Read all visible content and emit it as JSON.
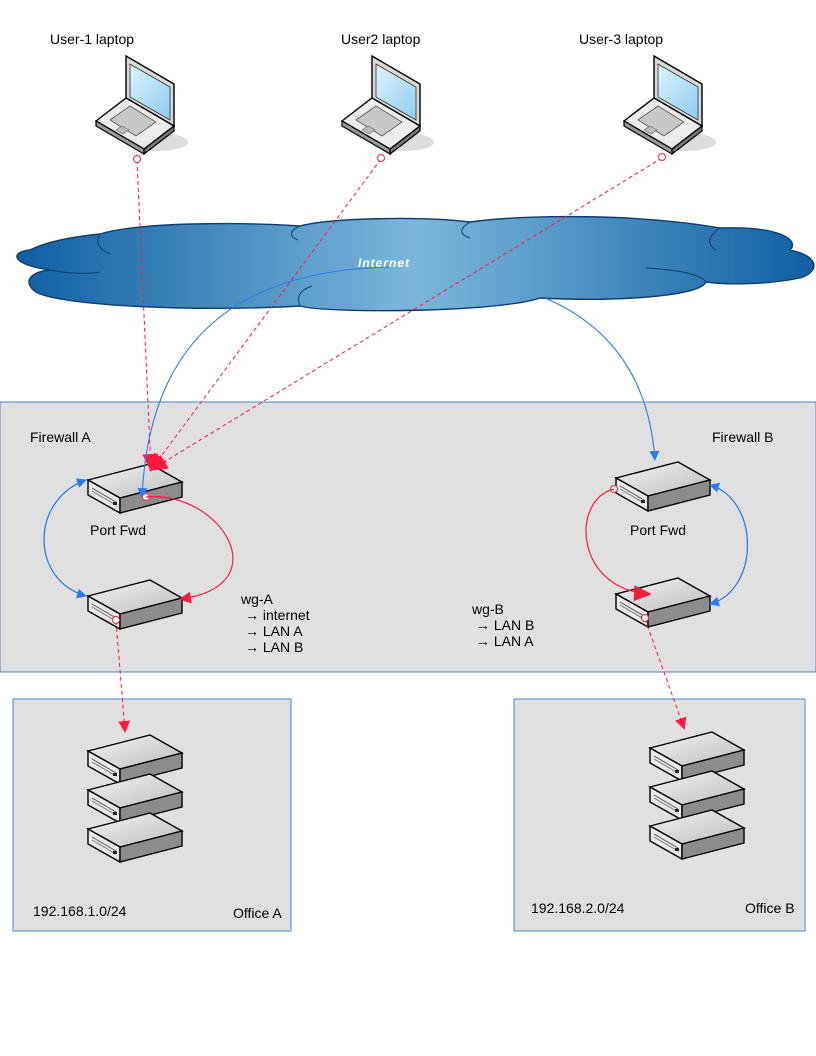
{
  "users": [
    {
      "label": "User-1 laptop"
    },
    {
      "label": "User2 laptop"
    },
    {
      "label": "User-3 laptop"
    }
  ],
  "cloud": {
    "label": "Internet"
  },
  "firewall_a": {
    "label": "Firewall A",
    "portfwd": "Port Fwd"
  },
  "firewall_b": {
    "label": "Firewall B",
    "portfwd": "Port Fwd"
  },
  "wg_a": {
    "title": "wg-A",
    "routes": [
      "→ internet",
      "→ LAN A",
      "→ LAN B"
    ]
  },
  "wg_b": {
    "title": "wg-B",
    "routes": [
      "→ LAN B",
      "→ LAN A"
    ]
  },
  "office_a": {
    "subnet": "192.168.1.0/24",
    "name": "Office A"
  },
  "office_b": {
    "subnet": "192.168.2.0/24",
    "name": "Office B"
  },
  "colors": {
    "red_link": "#ff1a3c",
    "blue_link": "#2b7bf0",
    "zone_fill": "#e0e0e0",
    "zone_border": "#4a86c5",
    "cloud": "#2a83c2"
  }
}
